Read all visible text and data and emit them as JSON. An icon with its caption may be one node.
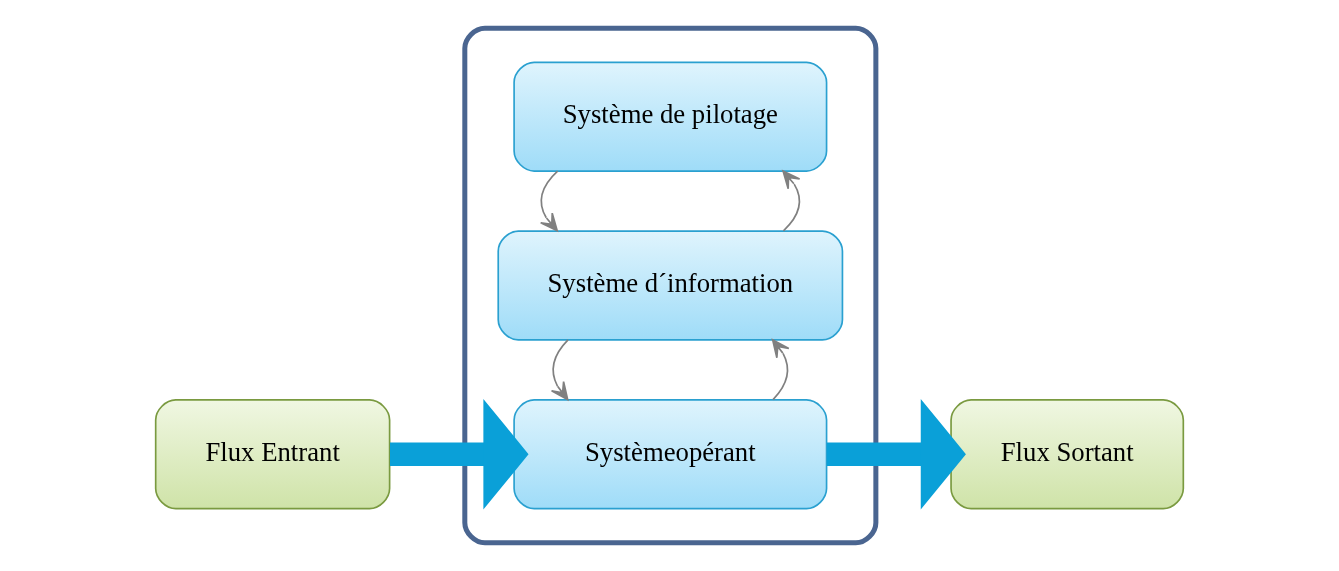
{
  "diagram": {
    "nodes": [
      {
        "text": [],
        "shape": "box"
      },
      {
        "text": [
          "Système de pilotage"
        ],
        "in": 0
      },
      {
        "text": [
          "Système d´information"
        ],
        "in": 0
      },
      {
        "text": [
          "Systèmeopérant"
        ],
        "in": 0
      },
      {
        "text": [
          "Flux Entrant"
        ]
      },
      {
        "text": [
          "Flux Sortant"
        ]
      }
    ],
    "edges": [
      {
        "from": 2,
        "to": 1,
        "arrow": "to"
      },
      {
        "from": 1,
        "to": 2,
        "arrow": "to"
      },
      {
        "from": 3,
        "to": 2,
        "arrow": "to"
      },
      {
        "from": 2,
        "to": 3,
        "arrow": "to"
      },
      {
        "from": 4,
        "to": 3,
        "arrow": "to",
        "style": "thick",
        "color": "#0aa0d8"
      },
      {
        "from": 3,
        "to": 5,
        "arrow": "to",
        "style": "thick",
        "color": "#0aa0d8"
      }
    ]
  }
}
